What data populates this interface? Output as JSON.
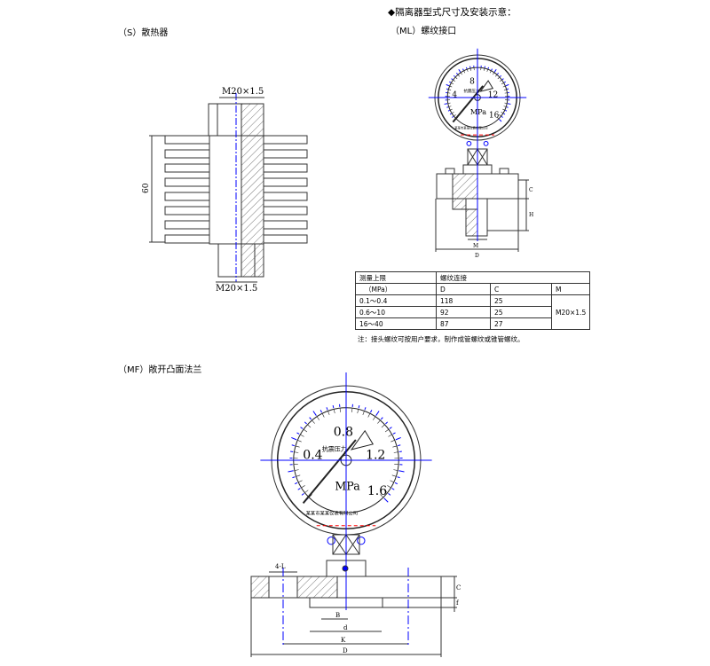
{
  "headings": {
    "main": "◆隔离器型式尺寸及安装示意：",
    "ml": "（ML）螺纹接口",
    "s": "（S）散热器",
    "mf": "（MF）敞开凸面法兰"
  },
  "heatsink": {
    "thread_top": "M20×1.5",
    "thread_bottom": "M20×1.5",
    "height": "60"
  },
  "small_gauge": {
    "scale": [
      "4",
      "8",
      "12",
      "16"
    ],
    "unit": "MPa",
    "label": "抗震压力",
    "maker": "某某市某某仪表有限公司",
    "dim_d": "D",
    "dim_m": "M",
    "dim_c": "C",
    "dim_h": "H"
  },
  "big_gauge": {
    "scale": [
      "0.4",
      "0.8",
      "1.2",
      "1.6"
    ],
    "unit": "MPa",
    "label": "抗震压力",
    "maker": "某某市某某仪表有限公司",
    "holes": "4-L",
    "dims": {
      "B": "B",
      "d": "d",
      "K": "K",
      "D": "D",
      "C": "C",
      "f": "f"
    }
  },
  "table": {
    "h_range": "测量上限",
    "h_unit": "（MPa）",
    "h_thread": "螺纹连接",
    "h_d": "D",
    "h_c": "C",
    "h_m": "M",
    "rows": [
      {
        "range": "0.1～0.4",
        "d": "118",
        "c": "25"
      },
      {
        "range": "0.6～10",
        "d": "92",
        "c": "25"
      },
      {
        "range": "16～40",
        "d": "87",
        "c": "27"
      }
    ],
    "m_value": "M20×1.5",
    "note": "注：接头螺纹可按用户要求，制作成管螺纹或锥管螺纹。"
  },
  "colors": {
    "centerline": "#0000ff",
    "line": "#333333",
    "accent": "#ff0000"
  }
}
